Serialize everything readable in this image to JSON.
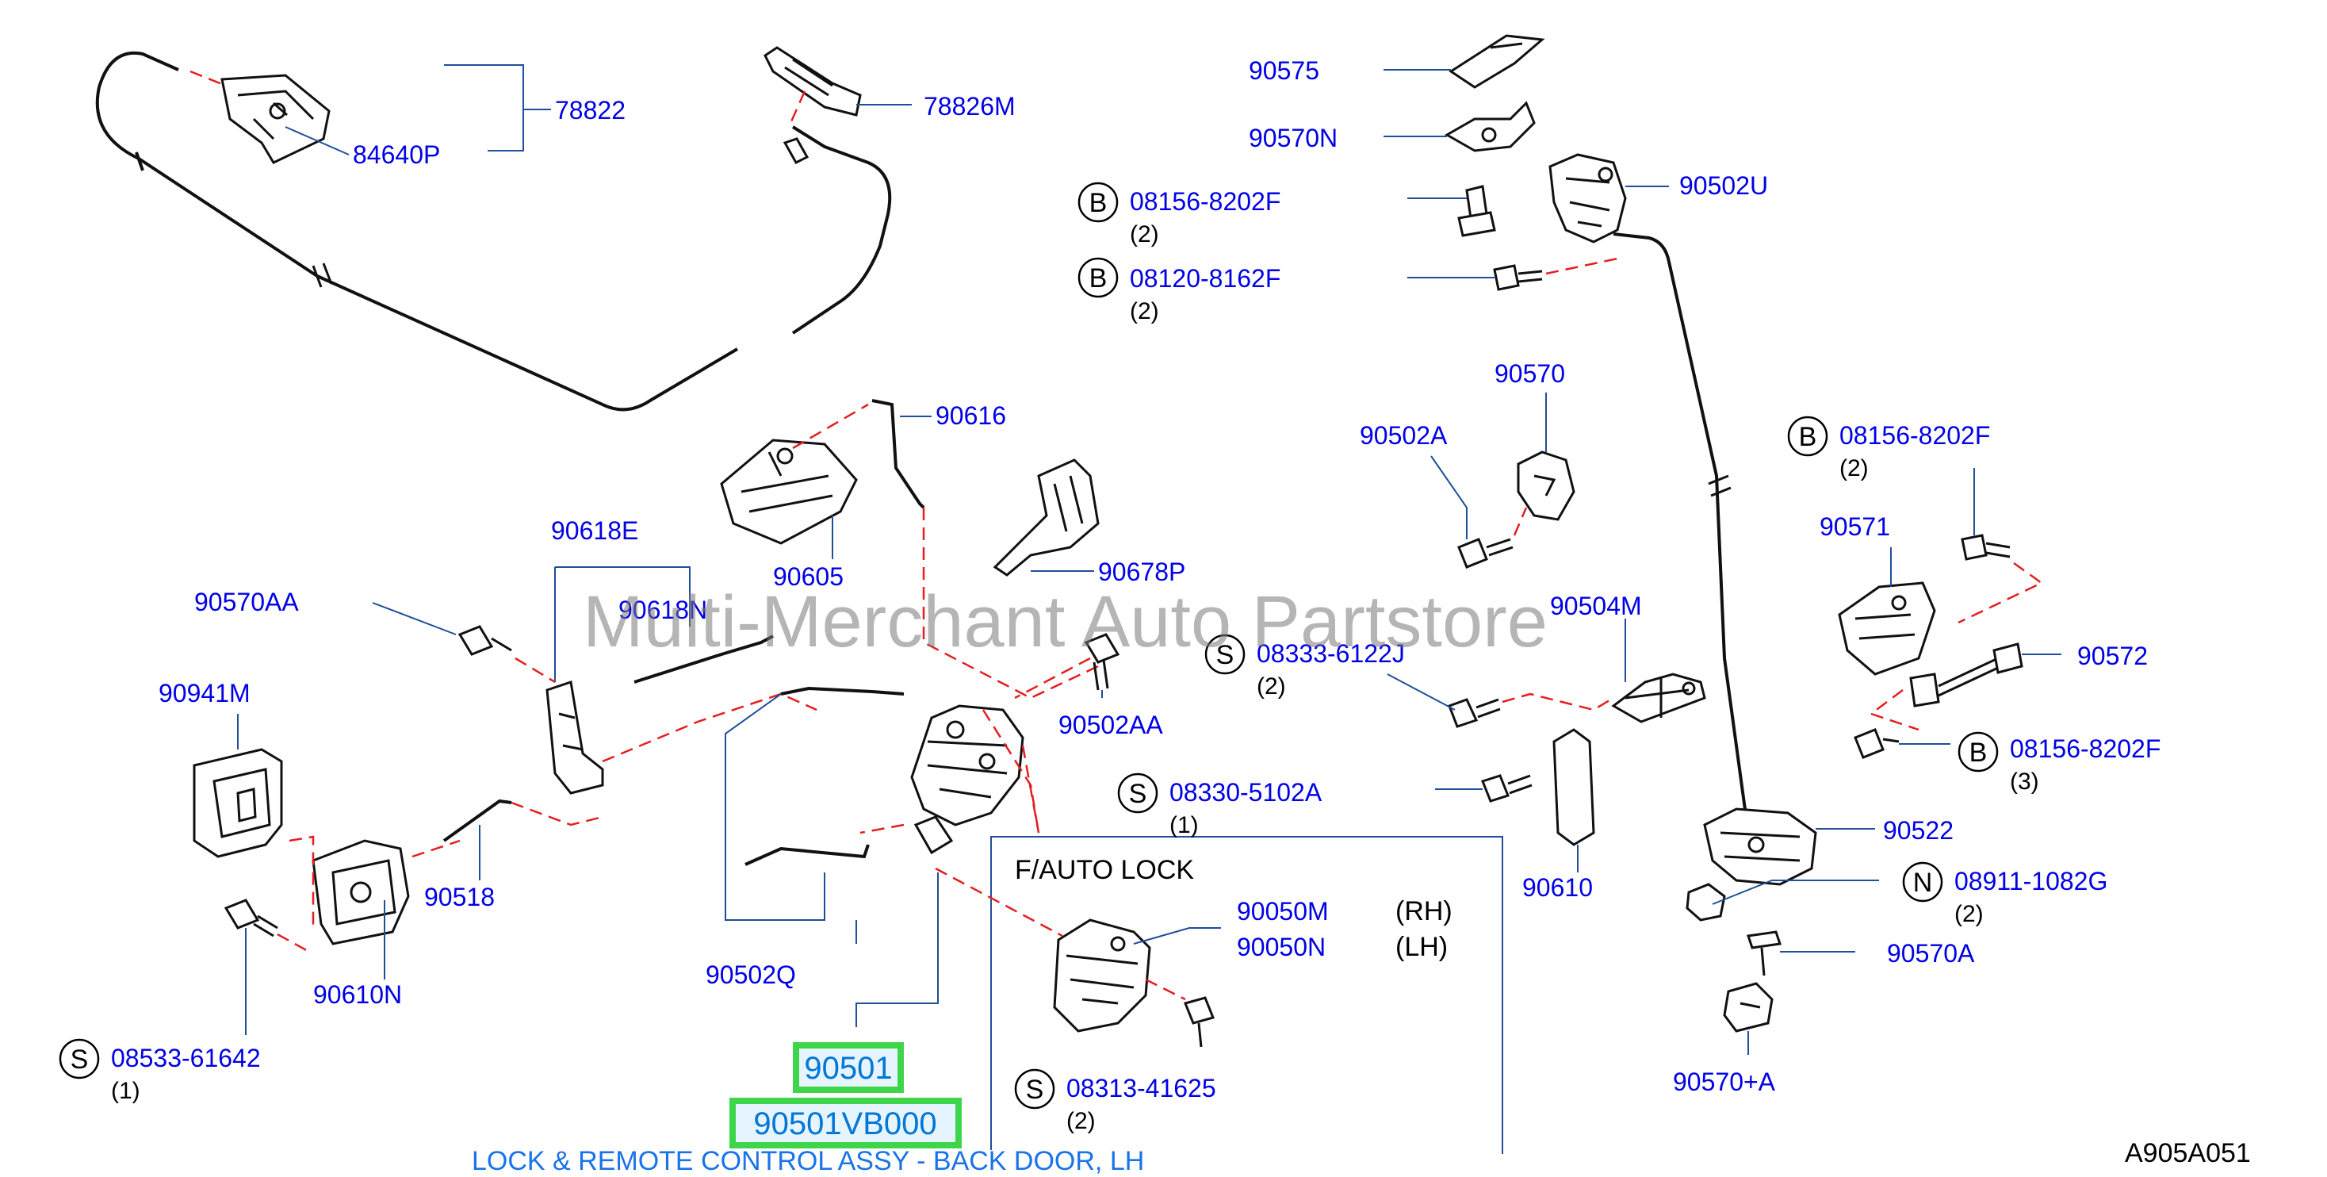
{
  "watermark": "Multi-Merchant Auto Partstore",
  "diagram_code": "A905A051",
  "highlight": {
    "part": "90501",
    "part_number": "90501VB000",
    "caption": "LOCK & REMOTE CONTROL ASSY - BACK DOOR, LH"
  },
  "inset": {
    "title": "F/AUTO   LOCK",
    "rh": "(RH)",
    "lh": "(LH)"
  },
  "labels": {
    "p78822": "78822",
    "p84640P": "84640P",
    "p78826M": "78826M",
    "p90575": "90575",
    "p90570N": "90570N",
    "p90502U": "90502U",
    "p08156_a": "08156-8202F",
    "p08156_a_qty": "(2)",
    "p08120": "08120-8162F",
    "p08120_qty": "(2)",
    "p90616": "90616",
    "p90605": "90605",
    "p90678P": "90678P",
    "p90618E": "90618E",
    "p90618N": "90618N",
    "p90570AA": "90570AA",
    "p90941M": "90941M",
    "p90518": "90518",
    "p90610N": "90610N",
    "p08533": "08533-61642",
    "p08533_qty": "(1)",
    "p90502AA": "90502AA",
    "p90502Q": "90502Q",
    "p08330": "08330-5102A",
    "p08330_qty": "(1)",
    "p90570": "90570",
    "p90502A": "90502A",
    "p08333": "08333-6122J",
    "p08333_qty": "(2)",
    "p90504M": "90504M",
    "p90610": "90610",
    "p08156_b": "08156-8202F",
    "p08156_b_qty": "(2)",
    "p90571": "90571",
    "p90572": "90572",
    "p08156_c": "08156-8202F",
    "p08156_c_qty": "(3)",
    "p90522": "90522",
    "p08911": "08911-1082G",
    "p08911_qty": "(2)",
    "p90570A": "90570A",
    "p90570pA": "90570+A",
    "p90050M": "90050M",
    "p90050N": "90050N",
    "p08313": "08313-41625",
    "p08313_qty": "(2)"
  },
  "markers": {
    "bolt": "B",
    "screw": "S",
    "nut": "N"
  }
}
